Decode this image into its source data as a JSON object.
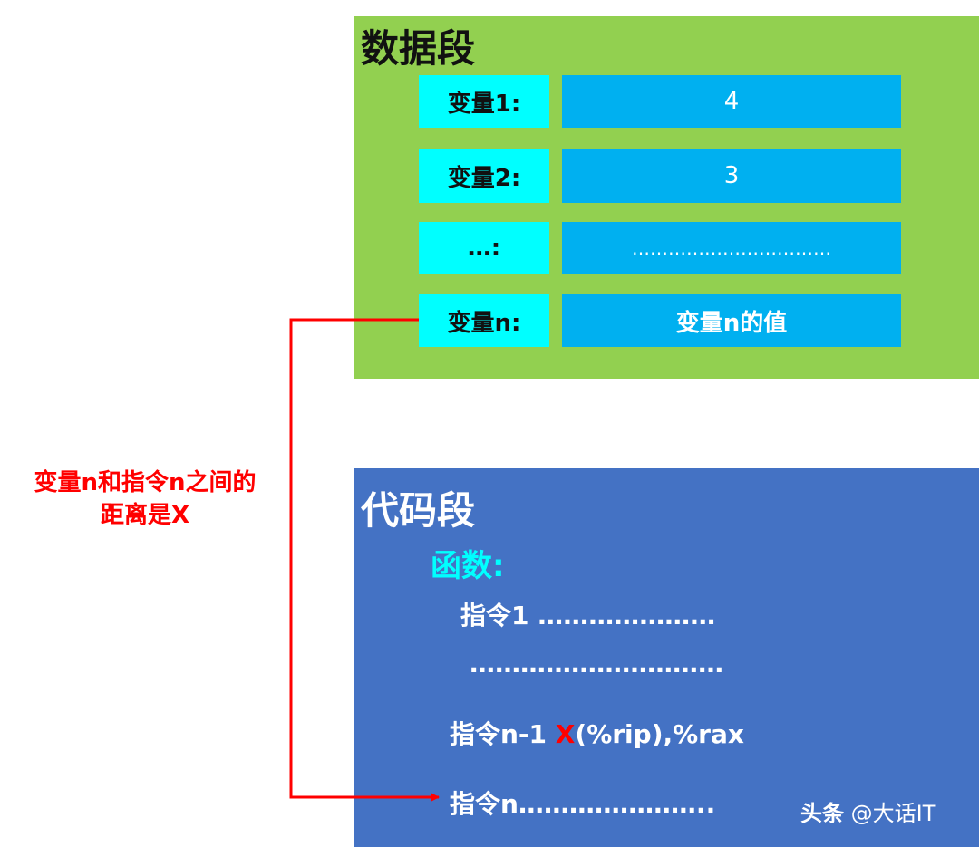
{
  "data_segment": {
    "title": "数据段",
    "rows": [
      {
        "label": "变量1:",
        "value": "4"
      },
      {
        "label": "变量2:",
        "value": "3"
      },
      {
        "label": "…:",
        "value": "……………………………"
      },
      {
        "label": "变量n:",
        "value": "变量n的值"
      }
    ]
  },
  "code_segment": {
    "title": "代码段",
    "function_label": "函数:",
    "instructions": {
      "instr1": "指令1 …………………",
      "ellipsis": "…………………………",
      "instr_n_minus_1_prefix": "指令n-1 ",
      "instr_n_minus_1_x": "X",
      "instr_n_minus_1_suffix": "(%rip),%rax",
      "instr_n": "指令n………………….."
    }
  },
  "annotation": {
    "line1": "变量n和指令n之间的",
    "line2": "距离是X",
    "color": "#ff0000"
  },
  "watermark": {
    "brand": "头条",
    "handle": "@大话IT"
  },
  "colors": {
    "data_bg": "#92d050",
    "code_bg": "#4472c4",
    "label_bg": "#00ffff",
    "value_bg": "#00b0f0",
    "arrow": "#ff0000"
  }
}
